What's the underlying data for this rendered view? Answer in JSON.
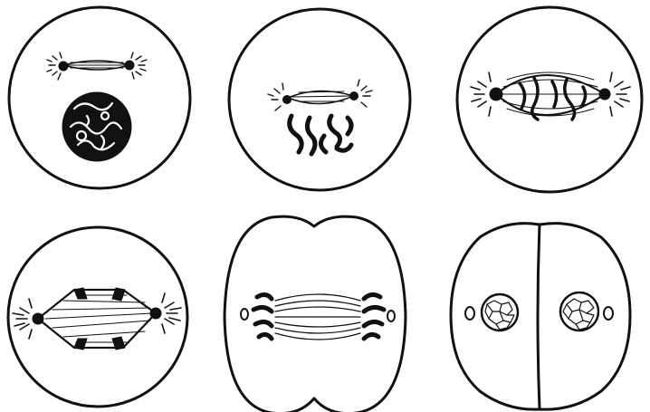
{
  "figure": {
    "panels": [
      {
        "id": "panel-1"
      },
      {
        "id": "panel-2"
      },
      {
        "id": "panel-3"
      },
      {
        "id": "panel-4"
      },
      {
        "id": "panel-5"
      },
      {
        "id": "panel-6"
      }
    ]
  },
  "colors": {
    "background": "#ffffff",
    "ink": "#111111"
  }
}
